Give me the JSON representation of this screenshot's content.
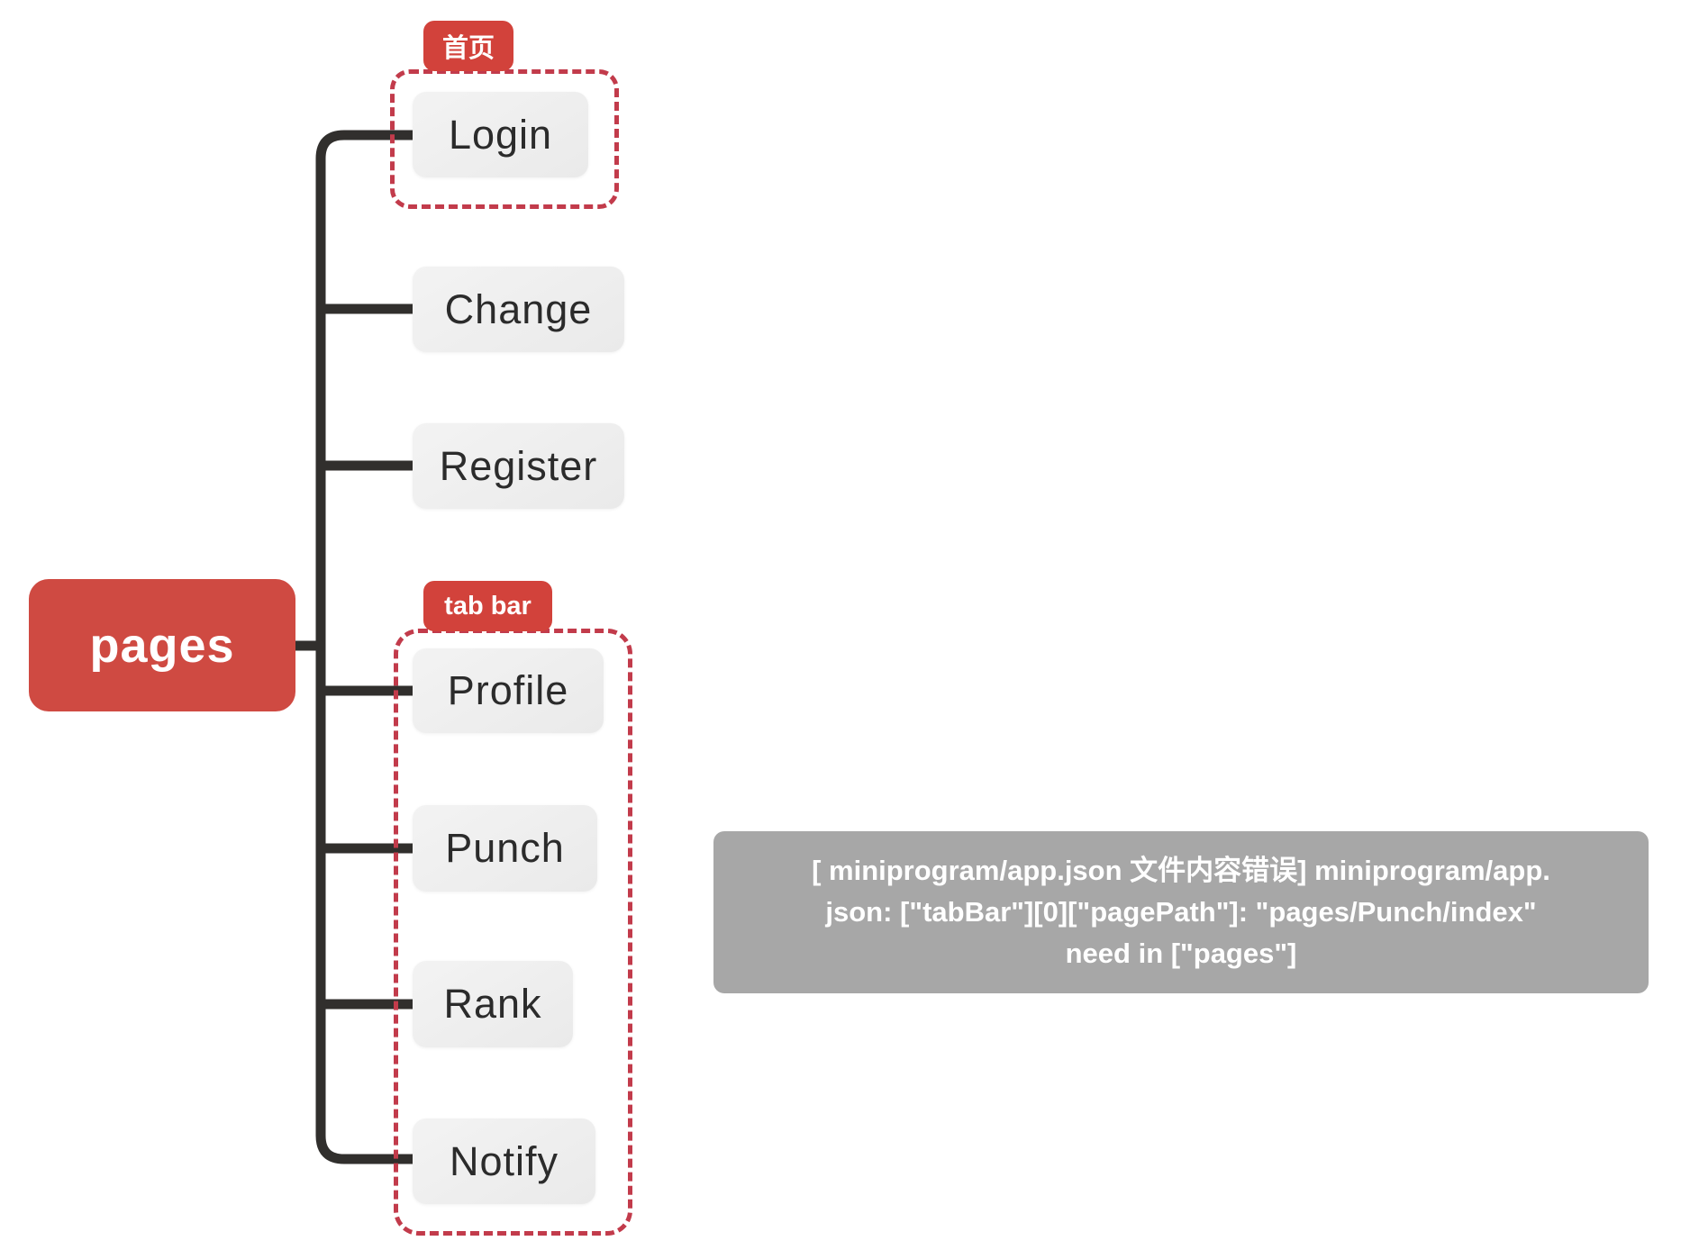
{
  "root": {
    "label": "pages"
  },
  "groups": {
    "home": {
      "tag": "首页"
    },
    "tabbar": {
      "tag": "tab bar"
    }
  },
  "nodes": {
    "login": "Login",
    "change": "Change",
    "register": "Register",
    "profile": "Profile",
    "punch": "Punch",
    "rank": "Rank",
    "notify": "Notify"
  },
  "tooltip": {
    "lines": [
      "[ miniprogram/app.json 文件内容错误] miniprogram/app.",
      "json: [\"tabBar\"][0][\"pagePath\"]: \"pages/Punch/index\"",
      "need in [\"pages\"]"
    ]
  },
  "colors": {
    "accent_red": "#cf4a42",
    "tag_red": "#d2423b",
    "dashed_border_red": "#c23b4b",
    "node_fill": "#ececec",
    "node_text": "#2b2b2b",
    "connector": "#312f2d",
    "tooltip_bg": "#a7a7a7",
    "tooltip_text": "#ffffff"
  }
}
